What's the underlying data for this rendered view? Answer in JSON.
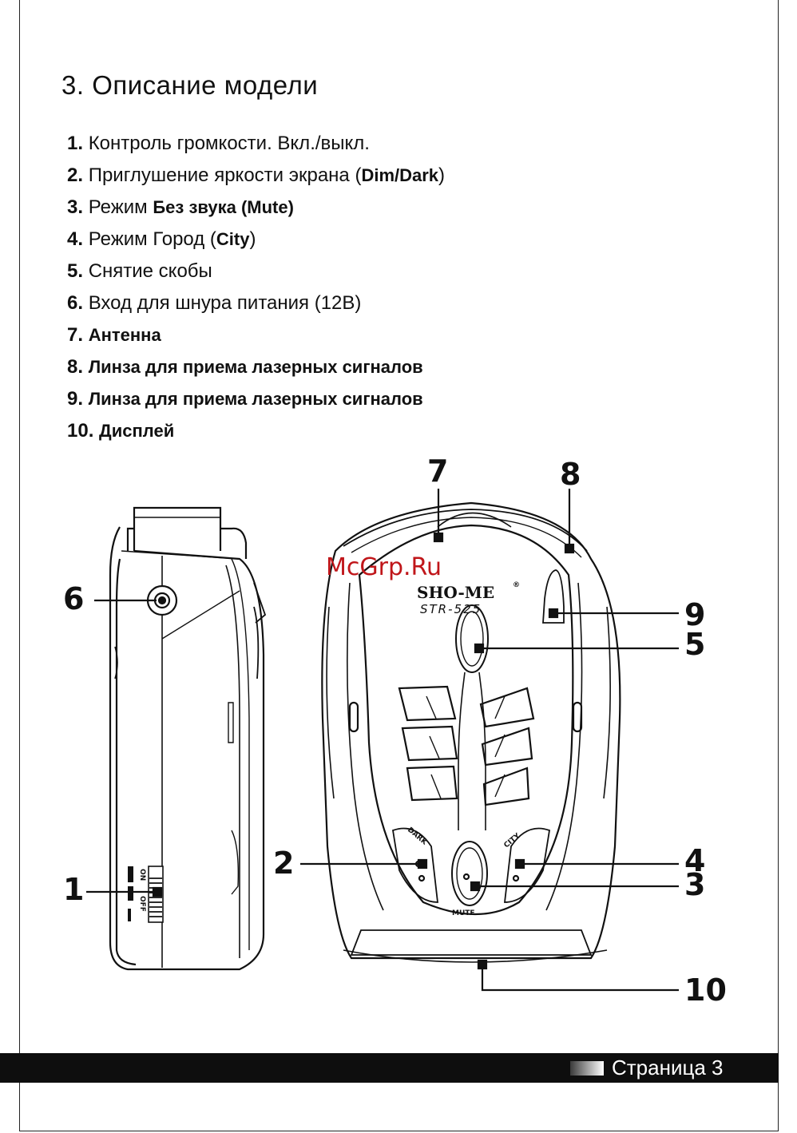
{
  "section_title": "3. Описание модели",
  "items": [
    {
      "num": "1.",
      "text": "Контроль громкости. Вкл./выкл.",
      "em": ""
    },
    {
      "num": "2.",
      "text": "Приглушение яркости экрана (",
      "em": "Dim/Dark",
      "tail": ")"
    },
    {
      "num": "3.",
      "text": "Режим ",
      "em": "Без звука (Mute)",
      "tail": ""
    },
    {
      "num": "4.",
      "text": "Режим Город (",
      "em": "City",
      "tail": ")"
    },
    {
      "num": "5.",
      "text": "Снятие скобы",
      "em": ""
    },
    {
      "num": "6.",
      "text": "Вход для шнура питания (12В)",
      "em": ""
    },
    {
      "num": "7.",
      "text": "Антенна",
      "em": ""
    },
    {
      "num": "8.",
      "text": "Линза для приема лазерных сигналов",
      "em": ""
    },
    {
      "num": "9.",
      "text": "Линза для приема лазерных сигналов",
      "em": ""
    },
    {
      "num": "10.",
      "text": "Дисплей",
      "em": ""
    }
  ],
  "diagram": {
    "callouts": {
      "c1": "1",
      "c2": "2",
      "c3": "3",
      "c4": "4",
      "c5": "5",
      "c6": "6",
      "c7": "7",
      "c8": "8",
      "c9": "9",
      "c10": "10"
    },
    "watermark": "McGrp.Ru",
    "brand": "SHO-ME",
    "registered": "®",
    "model": "STR-525",
    "button_labels": {
      "dark": "DARK",
      "city": "CITY",
      "mute": "MUTE"
    },
    "switch_labels": {
      "on": "ON",
      "off": "OFF"
    }
  },
  "footer": {
    "page_label": "Страница 3"
  },
  "colors": {
    "watermark": "#c0161a",
    "footer_bar": "#0e0e0e"
  }
}
